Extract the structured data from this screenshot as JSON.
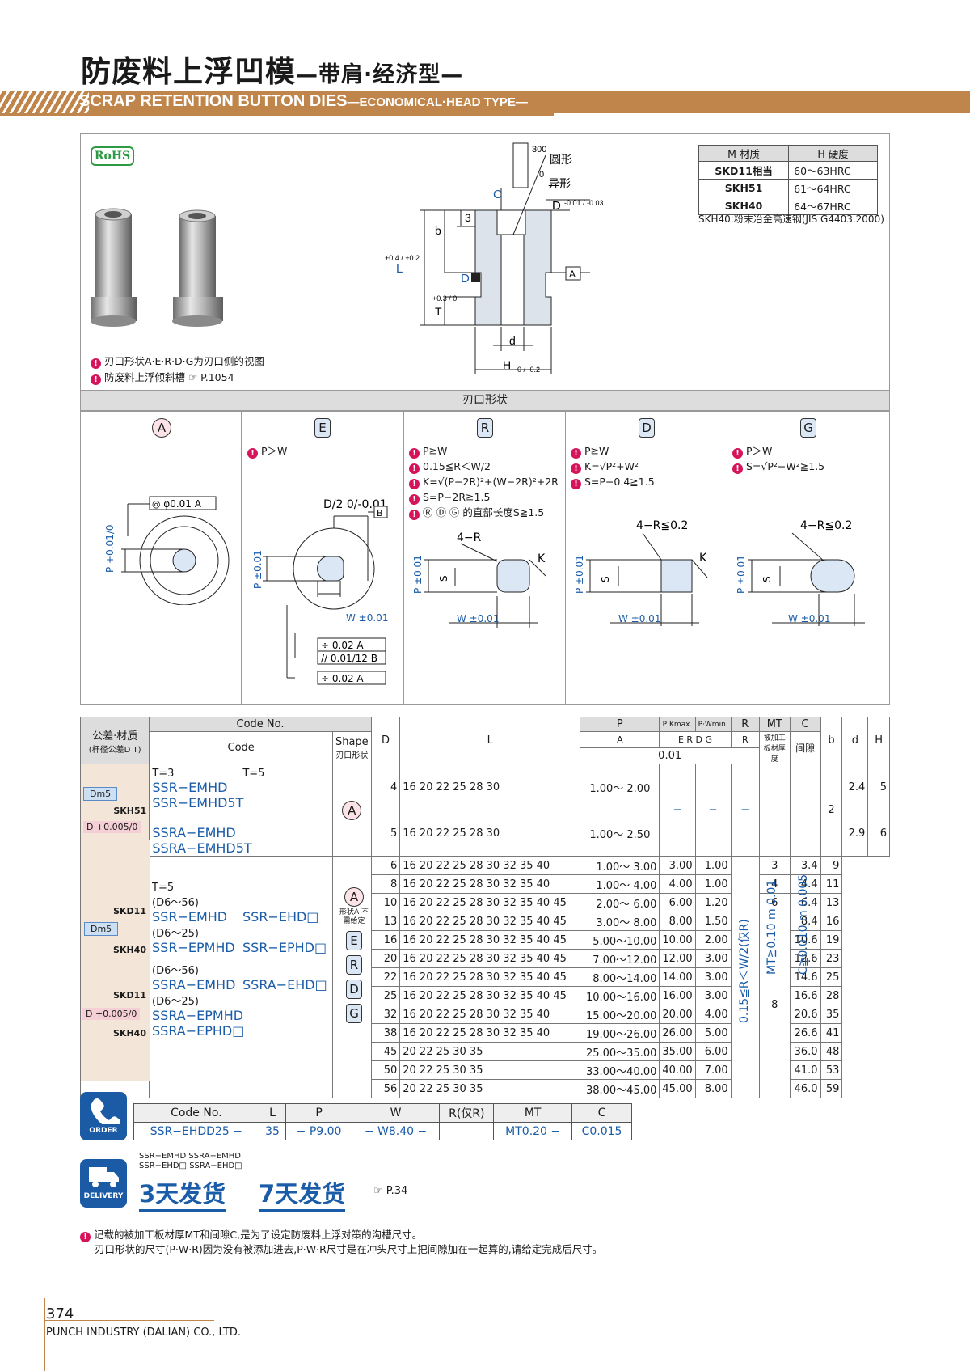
{
  "header": {
    "title": "防废料上浮凹模",
    "title_sub": "—带肩·经济型—",
    "banner_main": "SCRAP RETENTION BUTTON DIES",
    "banner_sub": "—ECONOMICAL·HEAD TYPE—"
  },
  "rohs": "RoHS",
  "notes_top": [
    "刃口形状A·E·R·D·G为刃口侧的视图",
    "防废料上浮倾斜槽 ☞ P.1054"
  ],
  "material_table": {
    "headers": [
      "M 材质",
      "H 硬度"
    ],
    "rows": [
      [
        "SKD11相当",
        "60～63HRC"
      ],
      [
        "SKH51",
        "61～64HRC"
      ],
      [
        "SKH40",
        "64～67HRC"
      ]
    ],
    "footnote": "SKH40:粉末冶金高速钢(JIS G4403.2000)"
  },
  "drawing_labels": {
    "r300": "300",
    "round": "圆形",
    "r0": "0",
    "special": "异形",
    "C": "C",
    "D": "D",
    "D_tol": "-0.01 / -0.03",
    "three": "3",
    "b": "b",
    "L": "L",
    "L_tol": "+0.4 / +0.2",
    "DT": "D",
    "T": "T",
    "T_tol": "+0.3 / 0",
    "A": "A",
    "d": "d",
    "H": "H",
    "H_tol": "0 / -0.2"
  },
  "shape_section": {
    "header": "刃口形状",
    "shapes": [
      {
        "id": "A",
        "notes": [],
        "labels": [
          "◎ φ0.01 A",
          "P +0.01/0"
        ]
      },
      {
        "id": "E",
        "notes": [
          "P＞W"
        ],
        "labels": [
          "D/2 0/-0.01",
          "B",
          "P ±0.01",
          "W ±0.01",
          "÷ 0.02 A",
          "// 0.01/12 B",
          "÷ 0.02 A"
        ]
      },
      {
        "id": "R",
        "notes": [
          "P≧W",
          "0.15≦R＜W/2",
          "K=√(P−2R)²+(W−2R)²+2R",
          "S=P−2R≧1.5",
          "Ⓡ Ⓓ Ⓖ 的直部长度S≧1.5"
        ],
        "labels": [
          "4−R",
          "K",
          "S",
          "P ±0.01",
          "W ±0.01"
        ]
      },
      {
        "id": "D",
        "notes": [
          "P≧W",
          "K=√P²+W²",
          "S=P−0.4≧1.5"
        ],
        "labels": [
          "4−R≦0.2",
          "K",
          "S",
          "P ±0.01",
          "W ±0.01"
        ]
      },
      {
        "id": "G",
        "notes": [
          "P＞W",
          "S=√P²−W²≧1.5"
        ],
        "labels": [
          "4−R≦0.2",
          "S",
          "P ±0.01",
          "W ±0.01"
        ]
      }
    ]
  },
  "spec_table": {
    "head": {
      "tol": "公差·材质",
      "tol_sub": "(杆径公差D T)",
      "codeno": "Code No.",
      "code": "Code",
      "shape": "Shape",
      "shape_sub": "刃口形状",
      "D": "D",
      "L": "L",
      "P": "P",
      "pk": "P·Kmax.",
      "pw": "P·Wmin.",
      "R": "R",
      "MT": "MT",
      "C": "C",
      "b": "b",
      "d": "d",
      "H": "H",
      "A_sym": "A",
      "ERDG": "E R D G",
      "R_sym": "R",
      "unit": "0.01",
      "mt_sub": "被加工板材厚度",
      "c_sub": "间隙"
    },
    "group1": {
      "dm5": "Dm5",
      "mat": "SKH51",
      "dtol": "D +0.005/0",
      "t3": "T=3",
      "t5": "T=5",
      "codes": [
        [
          "SSR−EMHD",
          "SSR−EMHD5T"
        ],
        [
          "SSRA−EMHD",
          "SSRA−EMHD5T"
        ]
      ],
      "shape": "A",
      "dash": "−",
      "b": "2",
      "rows": [
        {
          "D": "4",
          "L": "16 20 22 25 28 30",
          "P": "1.00～ 2.00",
          "d": "2.4",
          "H": "5"
        },
        {
          "D": "5",
          "L": "16 20 22 25 28 30",
          "P": "1.00～ 2.50",
          "d": "2.9",
          "H": "6"
        }
      ]
    },
    "group2": {
      "dm5": "Dm5",
      "dtol": "D +0.005/0",
      "t5": "T=5",
      "mats": [
        "SKD11",
        "SKH40",
        "SKD11",
        "SKH40"
      ],
      "codes": [
        {
          "range": "(D6～56)",
          "a": "SSR−EMHD",
          "b": "SSR−EHD□"
        },
        {
          "range": "(D6～25)",
          "a": "SSR−EPMHD",
          "b": "SSR−EPHD□"
        },
        {
          "range": "(D6～56)",
          "a": "SSRA−EMHD",
          "b": "SSRA−EHD□"
        },
        {
          "range": "(D6～25)",
          "a": "SSRA−EPMHD",
          "b": "SSRA−EPHD□"
        }
      ],
      "shapes": [
        "A",
        "E",
        "R",
        "D",
        "G"
      ],
      "shape_note": "形状A 不需给定",
      "R_vert": "0.15≦R＜W/2(仅R)",
      "MT_vert": "MT≧0.10 m 0.01",
      "C_vert": "C≧0.010 m 0.005",
      "rows": [
        {
          "D": "6",
          "L": "16 20 22 25 28 30 32 35 40",
          "P": "1.00～ 3.00",
          "K": "3.00",
          "W": "1.00",
          "b": "3",
          "d": "3.4",
          "H": "9"
        },
        {
          "D": "8",
          "L": "16 20 22 25 28 30 32 35 40",
          "P": "1.00～ 4.00",
          "K": "4.00",
          "W": "1.00",
          "b": "4",
          "d": "4.4",
          "H": "11"
        },
        {
          "D": "10",
          "L": "16 20 22 25 28 30 32 35 40 45",
          "P": "2.00～ 6.00",
          "K": "6.00",
          "W": "1.20",
          "b": "6",
          "d": "6.4",
          "H": "13"
        },
        {
          "D": "13",
          "L": "16 20 22 25 28 30 32 35 40 45",
          "P": "3.00～ 8.00",
          "K": "8.00",
          "W": "1.50",
          "b": "",
          "d": "8.4",
          "H": "16"
        },
        {
          "D": "16",
          "L": "16 20 22 25 28 30 32 35 40 45",
          "P": "5.00～10.00",
          "K": "10.00",
          "W": "2.00",
          "b": "",
          "d": "10.6",
          "H": "19"
        },
        {
          "D": "20",
          "L": "16 20 22 25 28 30 32 35 40 45",
          "P": "7.00～12.00",
          "K": "12.00",
          "W": "3.00",
          "b": "",
          "d": "12.6",
          "H": "23"
        },
        {
          "D": "22",
          "L": "16 20 22 25 28 30 32 35 40 45",
          "P": "8.00～14.00",
          "K": "14.00",
          "W": "3.00",
          "b": "",
          "d": "14.6",
          "H": "25"
        },
        {
          "D": "25",
          "L": "16 20 22 25 28 30 32 35 40 45",
          "P": "10.00～16.00",
          "K": "16.00",
          "W": "3.00",
          "b": "8",
          "d": "16.6",
          "H": "28"
        },
        {
          "D": "32",
          "L": "16 20 22 25 28 30 32 35 40",
          "P": "15.00～20.00",
          "K": "20.00",
          "W": "4.00",
          "b": "",
          "d": "20.6",
          "H": "35"
        },
        {
          "D": "38",
          "L": "16 20 22 25 28 30 32 35 40",
          "P": "19.00～26.00",
          "K": "26.00",
          "W": "5.00",
          "b": "",
          "d": "26.6",
          "H": "41"
        },
        {
          "D": "45",
          "L": "20 22 25 30 35",
          "P": "25.00～35.00",
          "K": "35.00",
          "W": "6.00",
          "b": "",
          "d": "36.0",
          "H": "48"
        },
        {
          "D": "50",
          "L": "20 22 25 30 35",
          "P": "33.00～40.00",
          "K": "40.00",
          "W": "7.00",
          "b": "",
          "d": "41.0",
          "H": "53"
        },
        {
          "D": "56",
          "L": "20 22 25 30 35",
          "P": "38.00～45.00",
          "K": "45.00",
          "W": "8.00",
          "b": "",
          "d": "46.0",
          "H": "59"
        }
      ]
    }
  },
  "order": {
    "icon": "ORDER",
    "headers": [
      "Code No.",
      "L",
      "P",
      "W",
      "R(仅R)",
      "MT",
      "C"
    ],
    "values": [
      "SSR−EHDD25 −",
      "35",
      "− P9.00",
      "− W8.40 −",
      "",
      "MT0.20 −",
      "C0.015"
    ]
  },
  "delivery": {
    "icon": "DELIVERY",
    "codes": [
      "SSR−EMHD  SSRA−EMHD",
      "SSR−EHD□  SSRA−EHD□"
    ],
    "d3": "3天发货",
    "d7": "7天发货",
    "ref": "☞ P.34"
  },
  "notes_bottom": [
    "记载的被加工板材厚MT和间隙C,是为了设定防废料上浮对策的沟槽尺寸。",
    "刃口形状的尺寸(P·W·R)因为没有被添加进去,P·W·R尺寸是在冲头尺寸上把间隙加在一起算的,请给定完成后尺寸。"
  ],
  "footer": {
    "page": "374",
    "company": "PUNCH INDUSTRY (DALIAN) CO., LTD."
  }
}
